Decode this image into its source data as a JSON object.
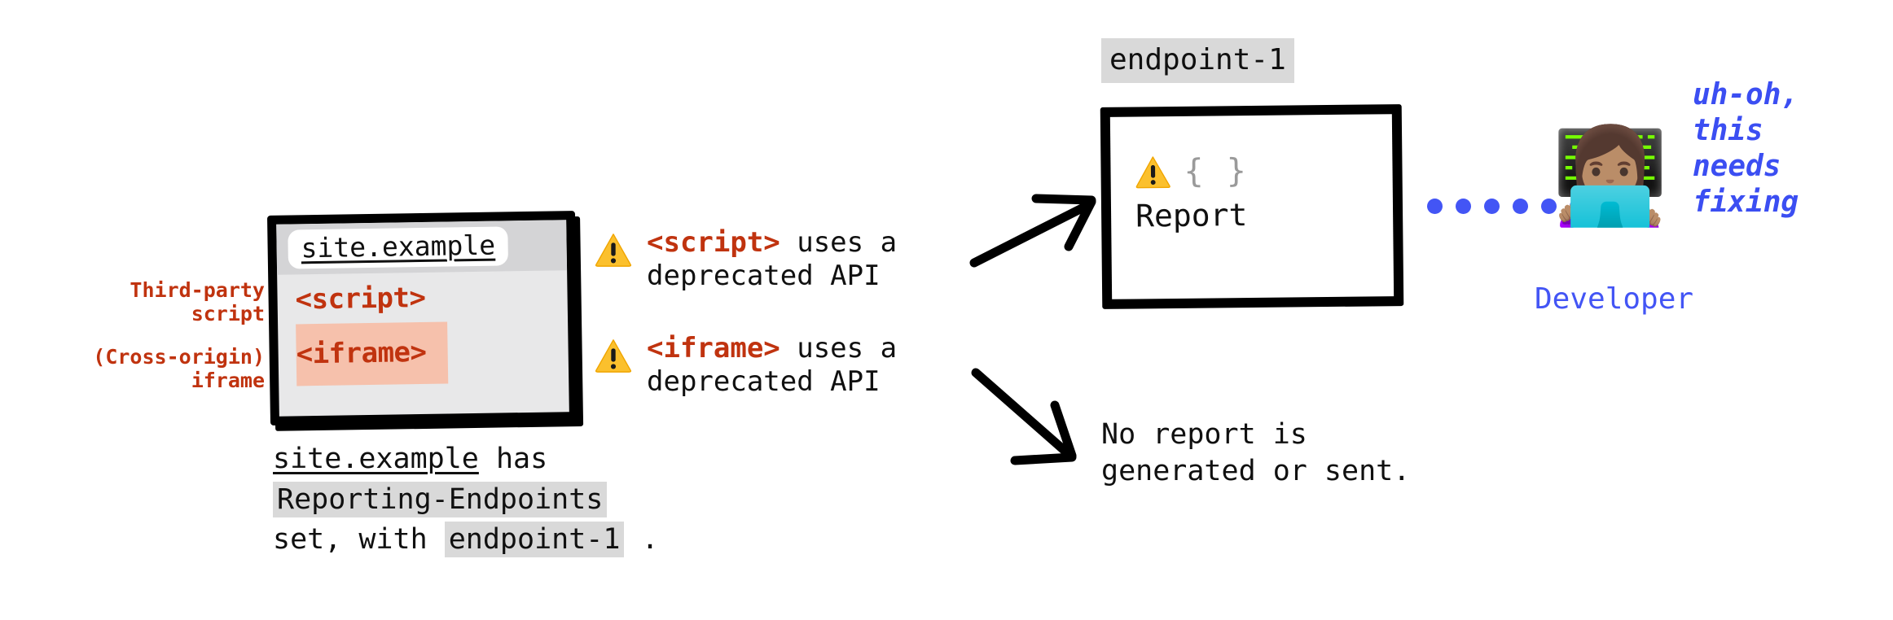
{
  "diagram": {
    "title": "Reporting API: third-party script and cross-origin iframe reporting behavior",
    "colors": {
      "red": "#c0330f",
      "blue": "#4355f5",
      "warn_yellow": "#fbc02d",
      "chip_gray": "#d9d9d9",
      "iframe_highlight": "#f6c1ac",
      "browser_body": "#e8e8e9"
    }
  },
  "browser": {
    "url": "site.example",
    "script_tag": "<script>",
    "iframe_tag": "<iframe>",
    "annotations": {
      "script_label_line1": "Third-party",
      "script_label_line2": "script",
      "iframe_label_line1": "(Cross-origin)",
      "iframe_label_line2": "iframe"
    },
    "caption": {
      "site": "site.example",
      "has": " has",
      "header": "Reporting-Endpoints",
      "set_with": "set, with ",
      "endpoint": "endpoint-1",
      "period": " ."
    }
  },
  "warnings": [
    {
      "icon": "warning-triangle-icon",
      "tag": "<script>",
      "rest": " uses a",
      "line2": "deprecated API"
    },
    {
      "icon": "warning-triangle-icon",
      "tag": "<iframe>",
      "rest": " uses a",
      "line2": "deprecated API"
    }
  ],
  "arrows": {
    "to_report": "arrow-up-right",
    "to_no_report": "arrow-down-right"
  },
  "report": {
    "endpoint_label": "endpoint-1",
    "warn_icon": "warning-triangle-icon",
    "braces": "{ }",
    "label": "Report"
  },
  "no_report": {
    "text": "No report is\ngenerated or sent."
  },
  "developer": {
    "emoji": "👩🏽‍💻",
    "label": "Developer",
    "quote_lines": [
      "uh-oh,",
      "this",
      "needs",
      "fixing"
    ],
    "dots_count": 6
  }
}
